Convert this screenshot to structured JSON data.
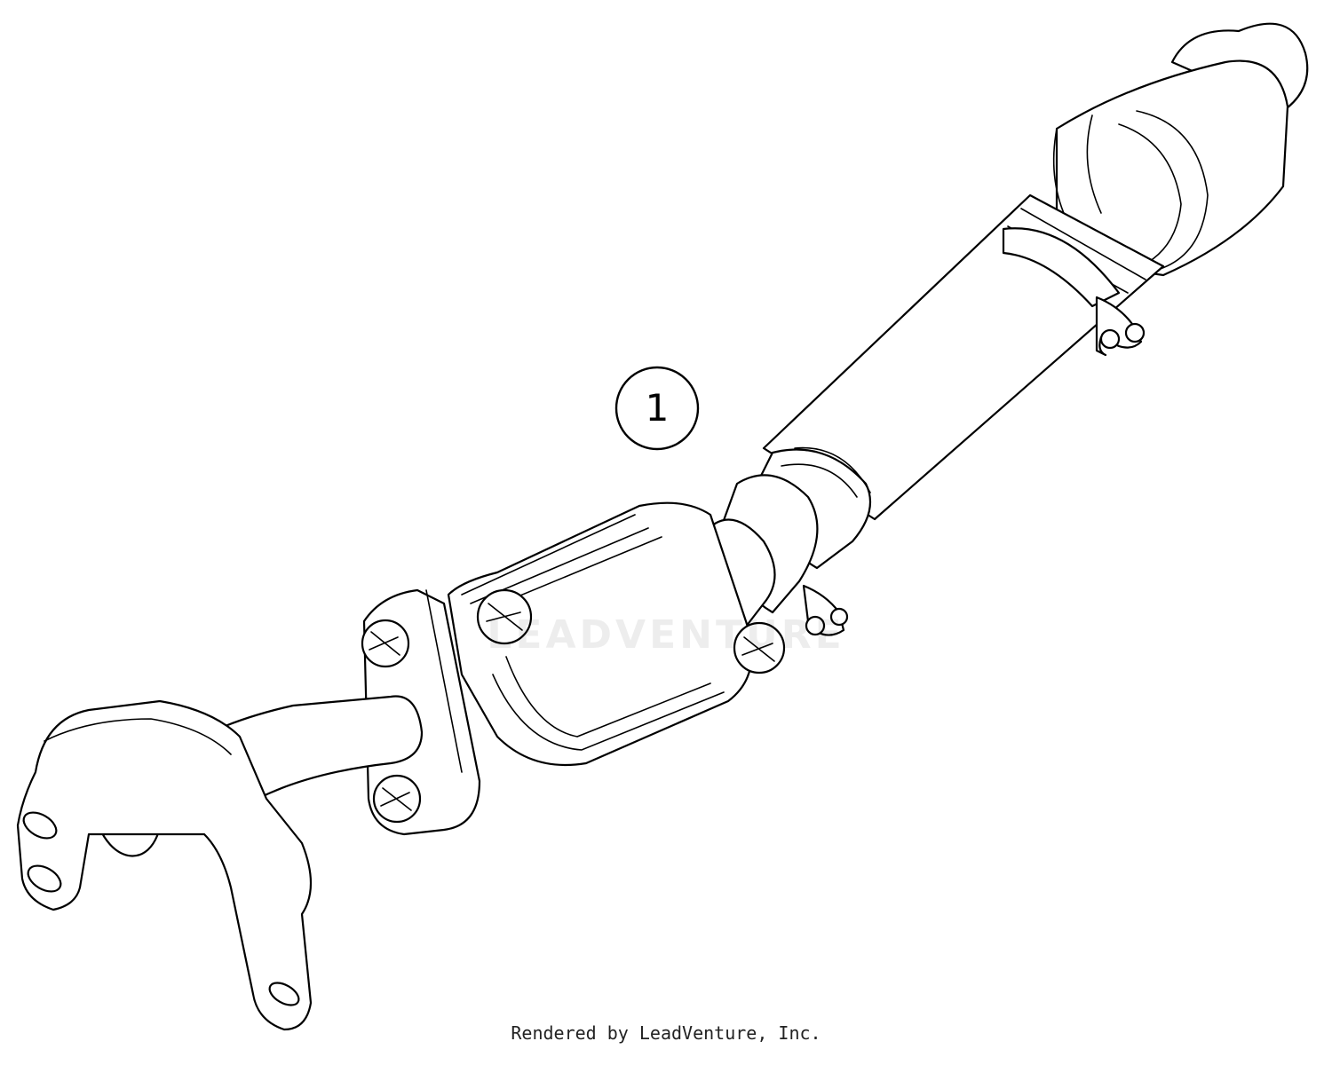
{
  "diagram": {
    "callouts": [
      {
        "label": "1"
      }
    ],
    "watermark_text": "LEADVENTURE",
    "footer_credit": "Rendered by LeadVenture, Inc.",
    "colors": {
      "line": "#000000",
      "background": "#ffffff",
      "watermark": "#d9d9d9"
    }
  }
}
